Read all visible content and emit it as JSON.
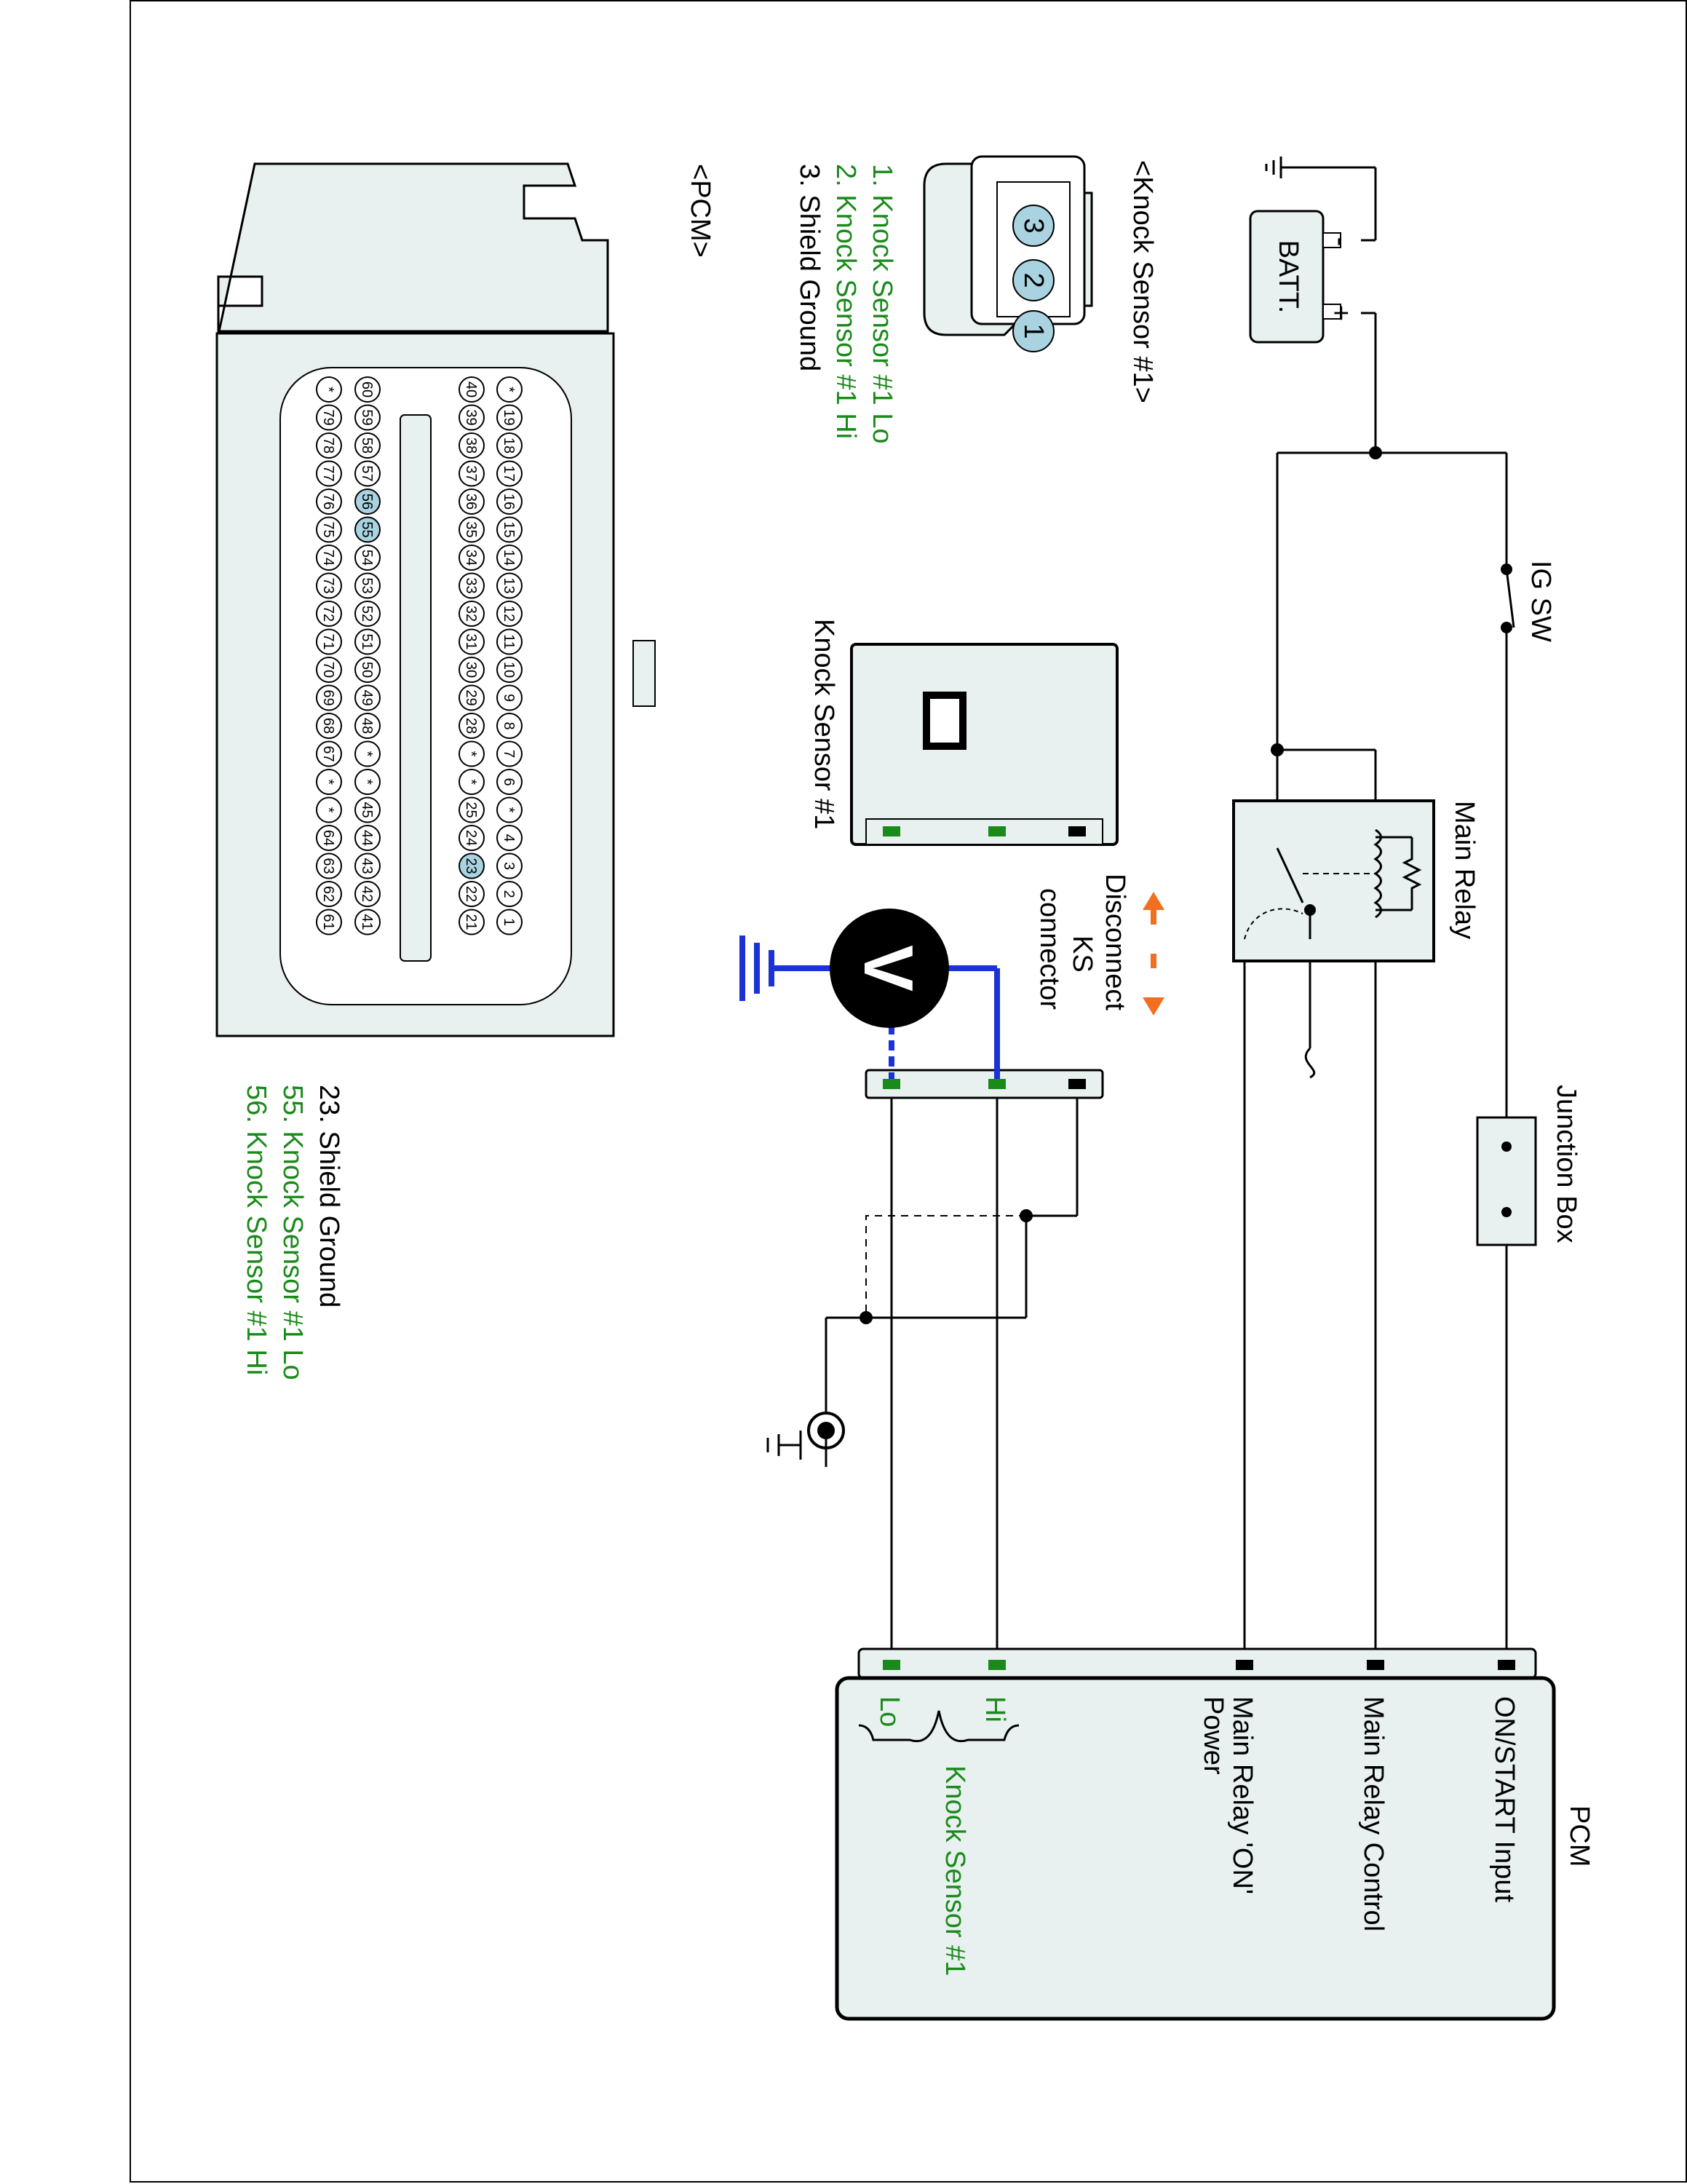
{
  "colors": {
    "wire": "#000000",
    "knock_sensor": "#1a8a1a",
    "meter_lead": "#1b33d6",
    "arrow": "#f07020",
    "connector_fill": "#e8f0f0",
    "pin_highlight": "#a9d3e0"
  },
  "labels": {
    "pcm_title": "PCM",
    "on_start_input": "ON/START Input",
    "main_relay_control": "Main Relay Control",
    "main_relay_on_power_1": "Main Relay 'ON'",
    "main_relay_on_power_2": "Power",
    "hi": "Hi",
    "lo": "Lo",
    "knock_sensor_group": "Knock Sensor #1",
    "main_relay": "Main Relay",
    "ig_sw": "IG SW",
    "junction_box": "Junction Box",
    "batt": "BATT.",
    "disconnect_1": "Disconnect",
    "disconnect_2": "KS",
    "disconnect_3": "connector",
    "knock_sensor_component": "Knock Sensor #1",
    "voltmeter": "V"
  },
  "ks_connector": {
    "title": "<Knock Sensor #1>",
    "pins": [
      "1",
      "2",
      "3"
    ],
    "legend": [
      {
        "text": "1. Knock Sensor #1 Lo",
        "green": true
      },
      {
        "text": "2. Knock Sensor #1 Hi",
        "green": true
      },
      {
        "text": "3. Shield Ground",
        "green": false
      }
    ]
  },
  "pcm_connector": {
    "title": "<PCM>",
    "row1": [
      "*",
      "19",
      "18",
      "17",
      "16",
      "15",
      "14",
      "13",
      "12",
      "11",
      "10",
      "9",
      "8",
      "7",
      "6",
      "*",
      "4",
      "3",
      "2",
      "1"
    ],
    "row2": [
      "40",
      "39",
      "38",
      "37",
      "36",
      "35",
      "34",
      "33",
      "32",
      "31",
      "30",
      "29",
      "28",
      "*",
      "*",
      "25",
      "24",
      "23",
      "22",
      "21"
    ],
    "row3": [
      "60",
      "59",
      "58",
      "57",
      "56",
      "55",
      "54",
      "53",
      "52",
      "51",
      "50",
      "49",
      "48",
      "*",
      "*",
      "45",
      "44",
      "43",
      "42",
      "41"
    ],
    "row4": [
      "*",
      "79",
      "78",
      "77",
      "76",
      "75",
      "74",
      "73",
      "72",
      "71",
      "70",
      "69",
      "68",
      "67",
      "*",
      "*",
      "64",
      "63",
      "62",
      "61"
    ],
    "highlighted": [
      "23",
      "55",
      "56"
    ],
    "legend": [
      {
        "text": "23. Shield Ground",
        "green": false
      },
      {
        "text": "55. Knock Sensor #1 Lo",
        "green": true
      },
      {
        "text": "56. Knock Sensor #1 Hi",
        "green": true
      }
    ]
  }
}
